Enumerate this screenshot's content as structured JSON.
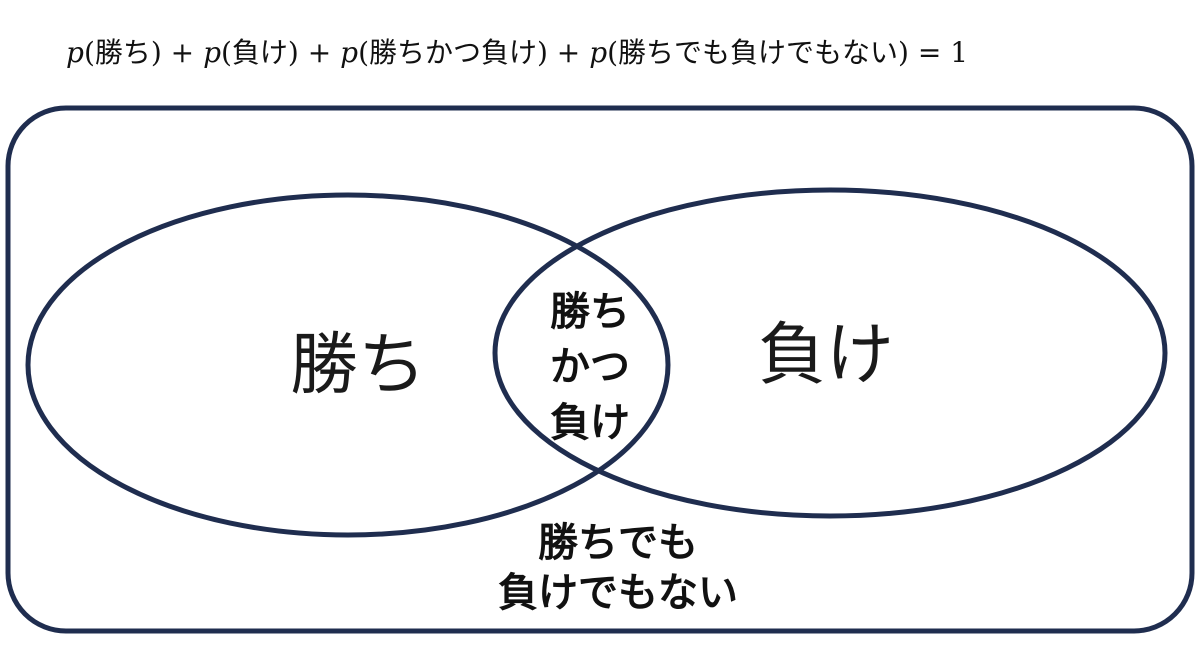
{
  "equation": {
    "parts": [
      {
        "italic": true,
        "text": "p"
      },
      {
        "italic": false,
        "text": "(勝ち) + "
      },
      {
        "italic": true,
        "text": "p"
      },
      {
        "italic": false,
        "text": "(負け) + "
      },
      {
        "italic": true,
        "text": "p"
      },
      {
        "italic": false,
        "text": "(勝ちかつ負け) + "
      },
      {
        "italic": true,
        "text": "p"
      },
      {
        "italic": false,
        "text": "(勝ちでも負けでもない) = 1"
      }
    ]
  },
  "regions": {
    "win": "勝ち",
    "lose": "負け",
    "both": [
      "勝ち",
      "かつ",
      "負け"
    ],
    "neither": [
      "勝ちでも",
      "負けでもない"
    ]
  },
  "colors": {
    "stroke": "#1f2d4f"
  }
}
